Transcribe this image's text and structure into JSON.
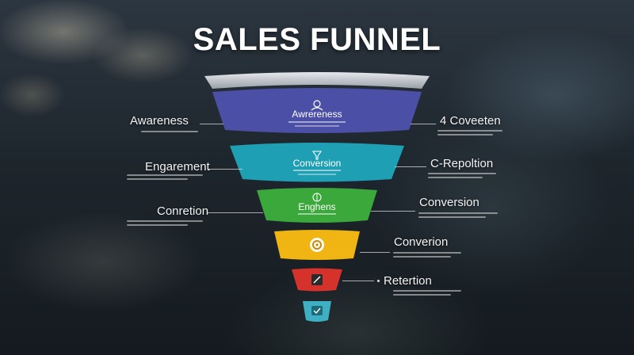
{
  "title": "SALES FUNNEL",
  "stages": [
    {
      "label": "Awrereness",
      "color": "#4b4fa6",
      "icon": "user-icon"
    },
    {
      "label": "Conversion",
      "color": "#1f9fb3",
      "icon": "funnel-icon"
    },
    {
      "label": "Enghens",
      "color": "#3aa83a",
      "icon": "leaf-icon"
    },
    {
      "label": "",
      "color": "#f0b512",
      "icon": "gear-icon"
    },
    {
      "label": "",
      "color": "#d6322c",
      "icon": "tool-icon"
    },
    {
      "label": "",
      "color": "#3fb0c4",
      "icon": "check-icon"
    }
  ],
  "left_labels": [
    "Awareness",
    "Engarement",
    "Conretion"
  ],
  "right_labels": [
    "4 Coveeten",
    "C-Repoltion",
    "Conversion",
    "Converion",
    "Retertion"
  ],
  "colors": {
    "rim": "#c9ccd2"
  }
}
